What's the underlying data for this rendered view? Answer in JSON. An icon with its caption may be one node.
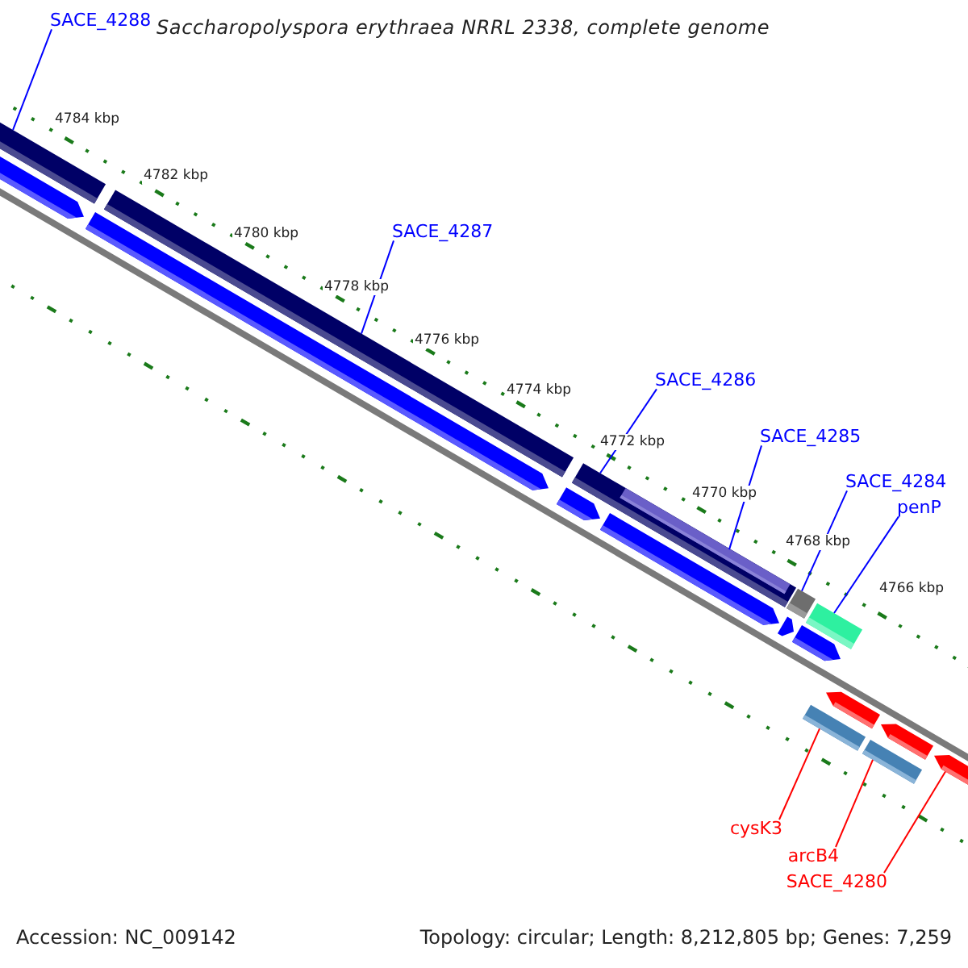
{
  "diagram": {
    "title": "Saccharopolyspora erythraea NRRL 2338, complete genome",
    "nodes": [
      {
        "text": [
          "SACE_4288"
        ]
      },
      {
        "text": [
          "SACE_4287"
        ]
      },
      {
        "text": [
          "SACE_4286"
        ]
      },
      {
        "text": [
          "SACE_4285"
        ]
      },
      {
        "text": [
          "SACE_4284"
        ]
      },
      {
        "text": [
          "penP"
        ]
      },
      {
        "text": [
          "cysK3"
        ]
      },
      {
        "text": [
          "arcB4"
        ]
      },
      {
        "text": [
          "SACE_4280"
        ]
      },
      {
        "text": [],
        "shape": "arrow"
      },
      {
        "text": [],
        "shape": "bar"
      },
      {
        "text": [],
        "shape": "arrow"
      },
      {
        "text": [],
        "shape": "bar"
      },
      {
        "text": [],
        "shape": "arrow"
      },
      {
        "text": [],
        "shape": "bar"
      },
      {
        "text": [],
        "shape": "arrow"
      },
      {
        "text": [],
        "shape": "bar",
        "in": 14
      },
      {
        "text": [],
        "shape": "arrow"
      },
      {
        "text": [],
        "shape": "bar"
      },
      {
        "text": [],
        "shape": "arrow"
      },
      {
        "text": [],
        "shape": "bar"
      },
      {
        "text": [],
        "shape": "bar"
      },
      {
        "text": [],
        "shape": "arrow"
      },
      {
        "text": [],
        "shape": "bar"
      },
      {
        "text": [],
        "shape": "arrow"
      },
      {
        "text": [],
        "shape": "arrow"
      }
    ],
    "edges": [
      {
        "from": 0,
        "to": 10,
        "arrow": "none"
      },
      {
        "from": 1,
        "to": 12,
        "arrow": "none"
      },
      {
        "from": 2,
        "to": 14,
        "arrow": "none"
      },
      {
        "from": 3,
        "to": 16,
        "arrow": "none"
      },
      {
        "from": 4,
        "to": 18,
        "arrow": "none"
      },
      {
        "from": 5,
        "to": 21,
        "arrow": "none"
      },
      {
        "from": 6,
        "to": 20,
        "arrow": "none",
        "color": "#ff0000"
      },
      {
        "from": 7,
        "to": 23,
        "arrow": "none",
        "color": "#ff0000"
      },
      {
        "from": 8,
        "to": 25,
        "arrow": "none",
        "color": "#ff0000"
      }
    ],
    "labels": [
      "4784 kbp",
      "4782 kbp",
      "4780 kbp",
      "4778 kbp",
      "4776 kbp",
      "4774 kbp",
      "4772 kbp",
      "4770 kbp",
      "4768 kbp",
      "4766 kbp",
      "Accession: NC_009142",
      "Topology: circular; Length: 8,212,805 bp; Genes: 7,259"
    ]
  }
}
